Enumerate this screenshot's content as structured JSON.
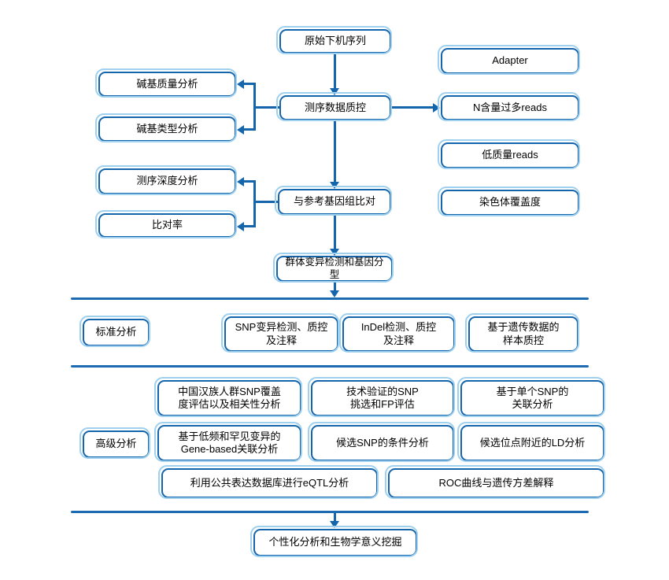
{
  "colors": {
    "node_border": "#1565ac",
    "node_outline": "#9fd1ee",
    "connector": "#1565ac",
    "divider": "#1c6bb2",
    "text": "#000000",
    "background": "#ffffff"
  },
  "flow": {
    "pipeline": {
      "raw": "原始下机序列",
      "qc": "测序数据质控",
      "align": "与参考基因组比对",
      "variant": "群体变异检测和基因分型",
      "final": "个性化分析和生物学意义挖掘"
    },
    "qc_right": {
      "adapter": "Adapter",
      "n_reads": "N含量过多reads",
      "low_quality": "低质量reads",
      "chrom_coverage": "染色体覆盖度"
    },
    "qc_left": {
      "base_quality": "碱基质量分析",
      "base_type": "碱基类型分析"
    },
    "align_left": {
      "depth": "测序深度分析",
      "mapping_rate": "比对率"
    },
    "standard": {
      "label": "标准分析",
      "items": [
        "SNP变异检测、质控\n及注释",
        "InDel检测、质控\n及注释",
        "基于遗传数据的\n样本质控"
      ]
    },
    "advanced": {
      "label": "高级分析",
      "items": [
        "中国汉族人群SNP覆盖\n度评估以及相关性分析",
        "技术验证的SNP\n挑选和FP评估",
        "基于单个SNP的\n关联分析",
        "基于低频和罕见变异的\nGene-based关联分析",
        "候选SNP的条件分析",
        "候选位点附近的LD分析",
        "利用公共表达数据库进行eQTL分析",
        "ROC曲线与遗传方差解释"
      ]
    }
  }
}
